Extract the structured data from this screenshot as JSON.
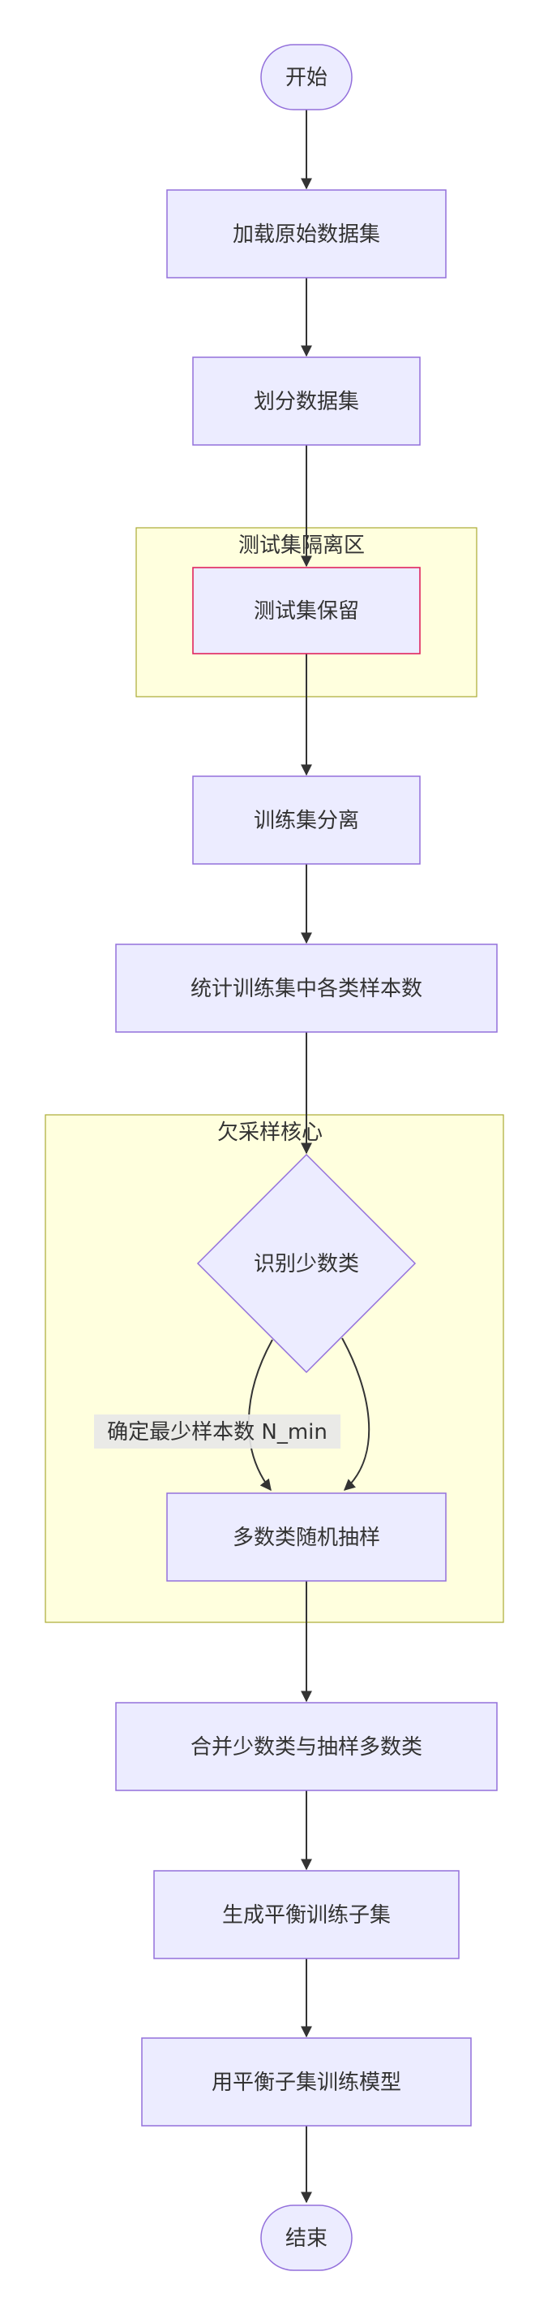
{
  "nodes": {
    "start": "开始",
    "load": "加载原始数据集",
    "split": "划分数据集",
    "test_keep": "测试集保留",
    "train_sep": "训练集分离",
    "count": "统计训练集中各类样本数",
    "identify": "识别少数类",
    "sample": "多数类随机抽样",
    "merge": "合并少数类与抽样多数类",
    "balanced": "生成平衡训练子集",
    "train_model": "用平衡子集训练模型",
    "end": "结束"
  },
  "clusters": {
    "test_isolation": "测试集隔离区",
    "undersampling_core": "欠采样核心"
  },
  "edge_labels": {
    "min_samples": "确定最少样本数 N_min"
  },
  "colors": {
    "node_fill": "#ECECFF",
    "node_stroke": "#9370DB",
    "cluster_fill": "#FFFFDE",
    "cluster_stroke": "#AAAA33",
    "highlight_stroke": "#E0245E",
    "edge": "#333333"
  }
}
